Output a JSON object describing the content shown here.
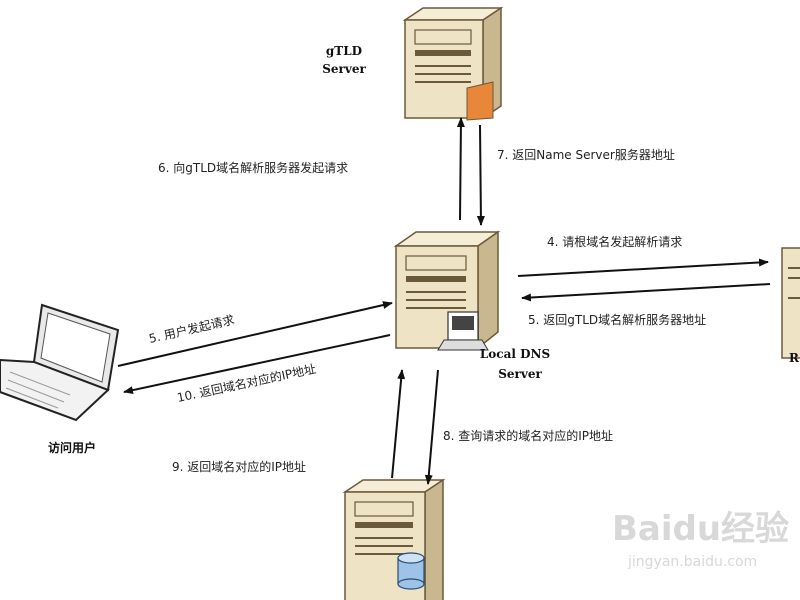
{
  "nodes": {
    "gtld_server": {
      "line1": "gTLD",
      "line2": "Server"
    },
    "local_dns": {
      "line1": "Local DNS",
      "line2": "Server"
    },
    "user": {
      "label": "访问用户"
    },
    "root_partial": {
      "label": "R"
    }
  },
  "steps": {
    "s4": "4. 请根域名发起解析请求",
    "s5_root": "5. 返回gTLD域名解析服务器地址",
    "s5_user": "5. 用户发起请求",
    "s6": "6. 向gTLD域名解析服务器发起请求",
    "s7": "7. 返回Name Server服务器地址",
    "s8": "8. 查询请求的域名对应的IP地址",
    "s9": "9. 返回域名对应的IP地址",
    "s10": "10. 返回域名对应的IP地址"
  },
  "watermark": {
    "brand": "Baidu经验",
    "url": "jingyan.baidu.com"
  },
  "colors": {
    "server_body": "#efe3c6",
    "server_dark": "#6b5a3a",
    "accent_orange": "#e8863a",
    "disk_blue": "#9ec3e8"
  }
}
